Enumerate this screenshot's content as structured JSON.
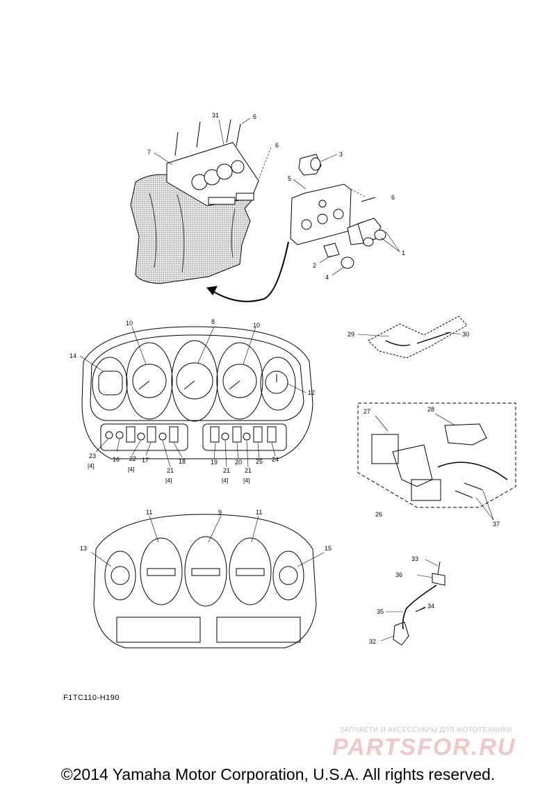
{
  "drawing_code": "F1TC110-H190",
  "watermark": {
    "subtitle": "ЗАПЧАСТИ И АКСЕССУАРЫ ДЛЯ МОТОТЕХНИКИ",
    "logo_text": "PARTSFOR.RU"
  },
  "copyright": "©2014 Yamaha Motor Corporation, U.S.A. All rights reserved.",
  "callouts": {
    "c1": "1",
    "c2": "2",
    "c3": "3",
    "c4": "4",
    "c5": "5",
    "c6a": "6",
    "c6b": "6",
    "c6c": "6",
    "c7": "7",
    "c8": "8",
    "c9": "9",
    "c10a": "10",
    "c10b": "10",
    "c11a": "11",
    "c11b": "11",
    "c12": "12",
    "c13": "13",
    "c14": "14",
    "c15": "15",
    "c16": "16",
    "c17": "17",
    "c18": "18",
    "c19": "19",
    "c20": "20",
    "c21a": "21",
    "c21b": "21",
    "c21c": "21",
    "c22": "22",
    "c23": "23",
    "c24": "24",
    "c25": "25",
    "c26": "26",
    "c27": "27",
    "c28": "28",
    "c29": "29",
    "c30": "30",
    "c31": "31",
    "c32": "32",
    "c33": "33",
    "c34": "34",
    "c35": "35",
    "c36": "36",
    "c37": "37",
    "q23": "[4]",
    "q22": "[4]",
    "q21a": "[4]",
    "q21b": "[4]",
    "q21c": "[4]"
  }
}
